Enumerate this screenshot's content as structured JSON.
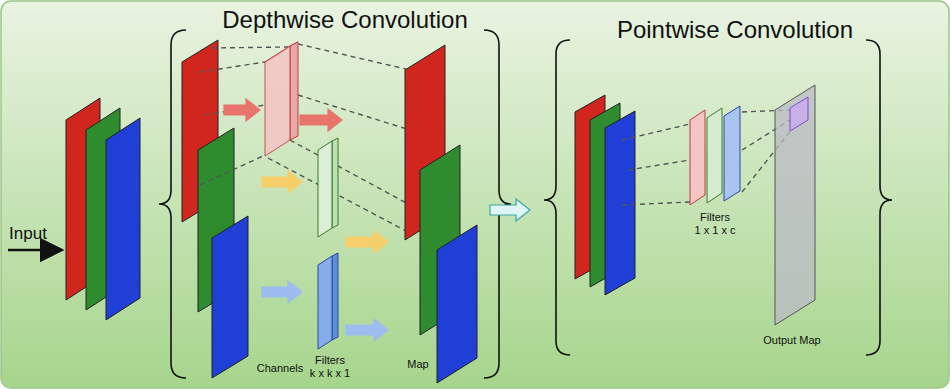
{
  "diagram": {
    "labels": [
      "Depthwise Convolution",
      "Pointwise Convolution",
      "Input",
      "Channels",
      "Filters",
      "k x k x 1",
      "Map",
      "Filters",
      "1 x 1 x c",
      "Output Map"
    ]
  }
}
